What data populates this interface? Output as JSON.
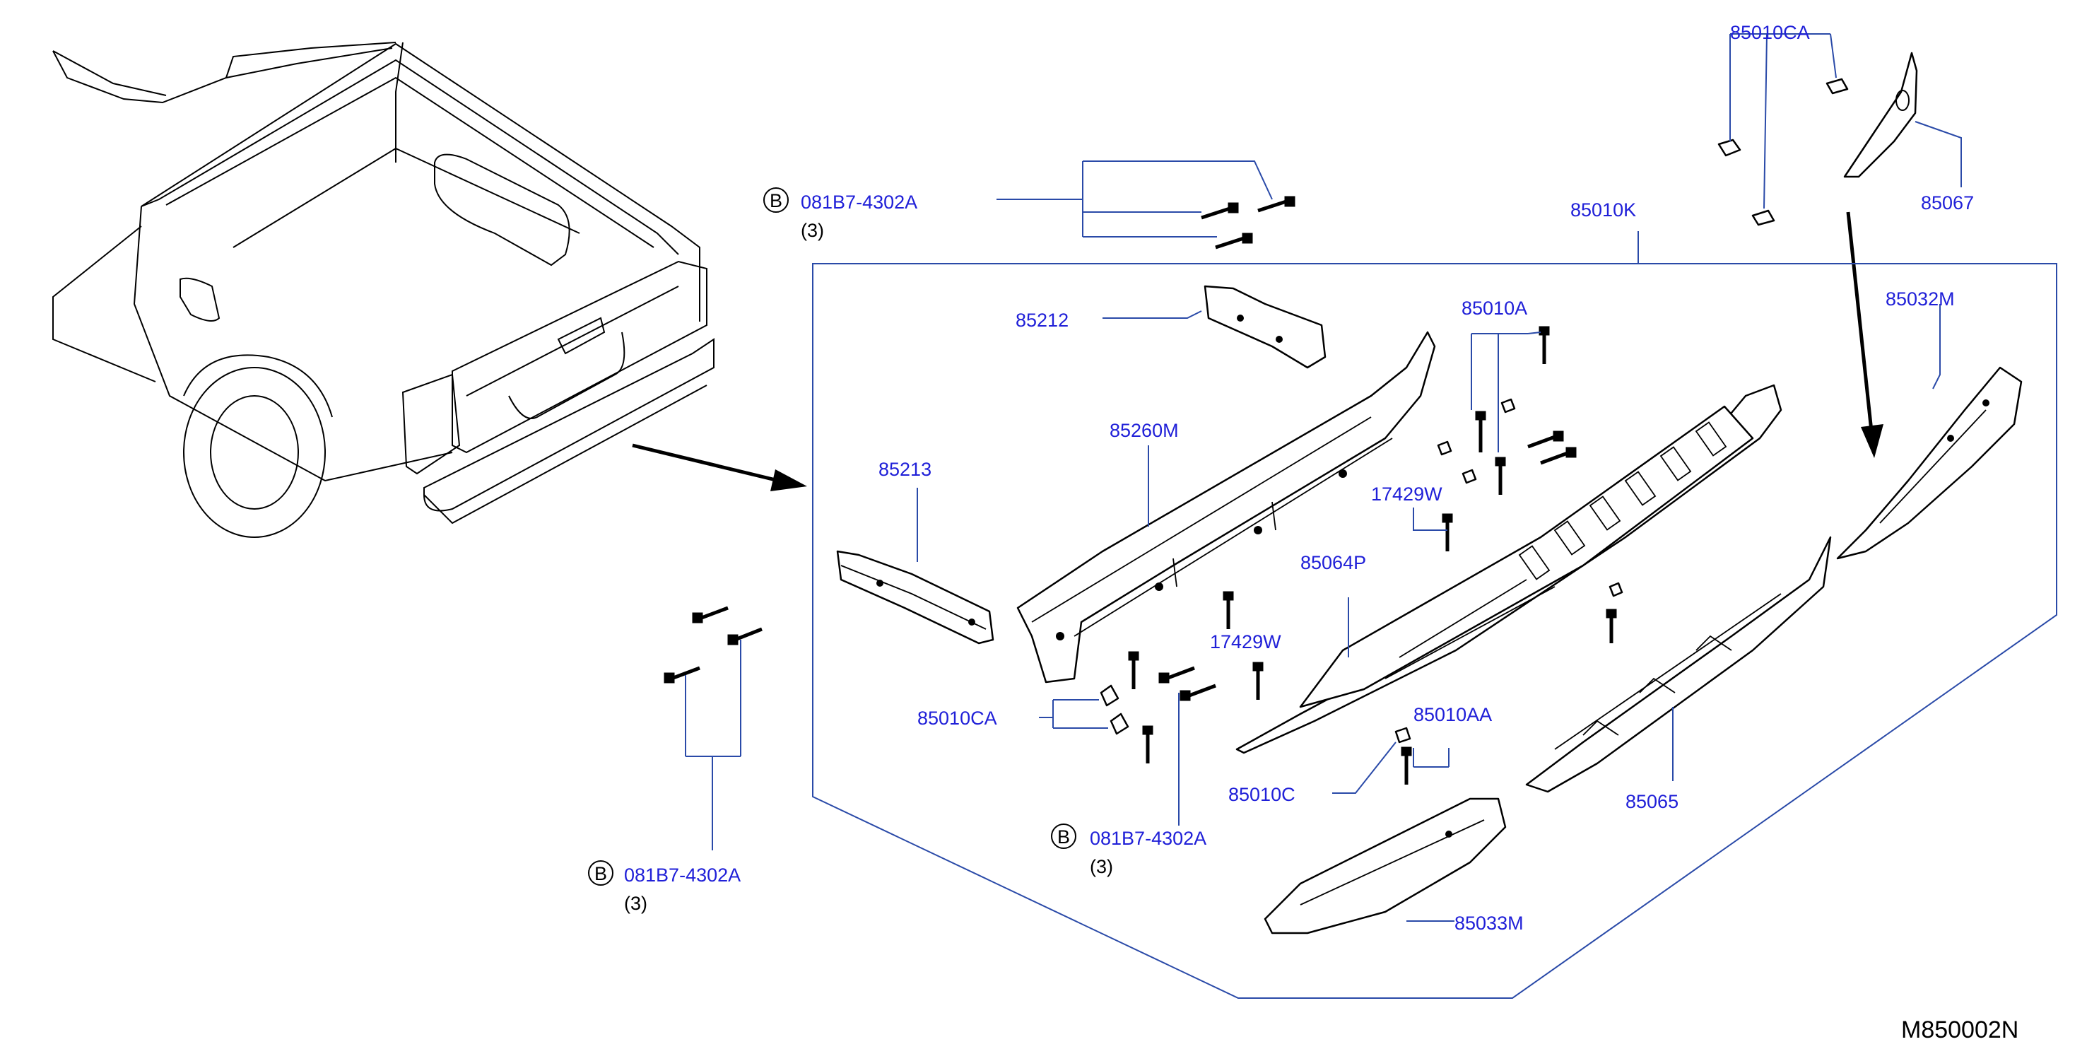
{
  "labels": {
    "bolt_top": "081B7-4302A",
    "bolt_top_qty": "(3)",
    "bolt_mid": "081B7-4302A",
    "bolt_mid_qty": "(3)",
    "bolt_left": "081B7-4302A",
    "bolt_left_qty": "(3)",
    "circle_b": "B",
    "p85010CA_top": "85010CA",
    "p85067": "85067",
    "p85010K": "85010K",
    "p85212": "85212",
    "p85010A": "85010A",
    "p85032M": "85032M",
    "p85260M": "85260M",
    "p85213": "85213",
    "p17429W_a": "17429W",
    "p17429W_b": "17429W",
    "p85064P": "85064P",
    "p85010CA_left": "85010CA",
    "p85010AA": "85010AA",
    "p85010C": "85010C",
    "p85065": "85065",
    "p85033M": "85033M",
    "ref_code": "M850002N"
  },
  "colors": {
    "label": "#2020d8",
    "leader": "#2a4aa8",
    "line": "#000000"
  }
}
